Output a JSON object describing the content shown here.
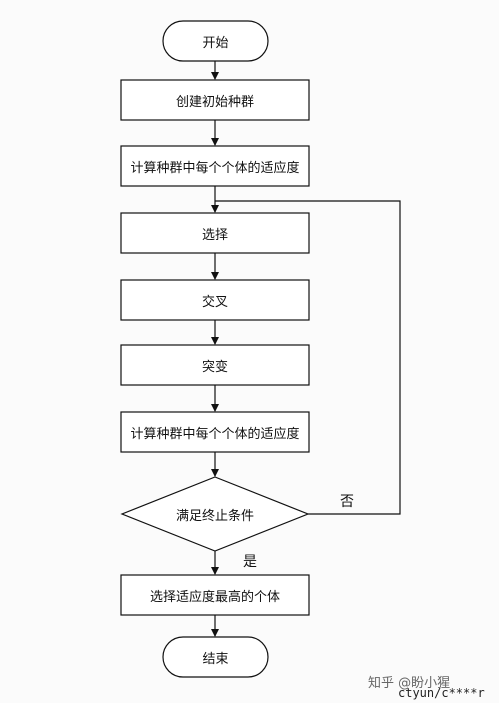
{
  "flowchart": {
    "start": "开始",
    "step1": "创建初始种群",
    "step2": "计算种群中每个个体的适应度",
    "select": "选择",
    "crossover": "交叉",
    "mutation": "突变",
    "step6": "计算种群中每个个体的适应度",
    "decision": "满足终止条件",
    "no_label": "否",
    "yes_label": "是",
    "best": "选择适应度最高的个体",
    "end": "结束"
  },
  "watermark": {
    "zhihu": "知乎 @盼小猩",
    "ctyun": "ctyun/c****r"
  }
}
